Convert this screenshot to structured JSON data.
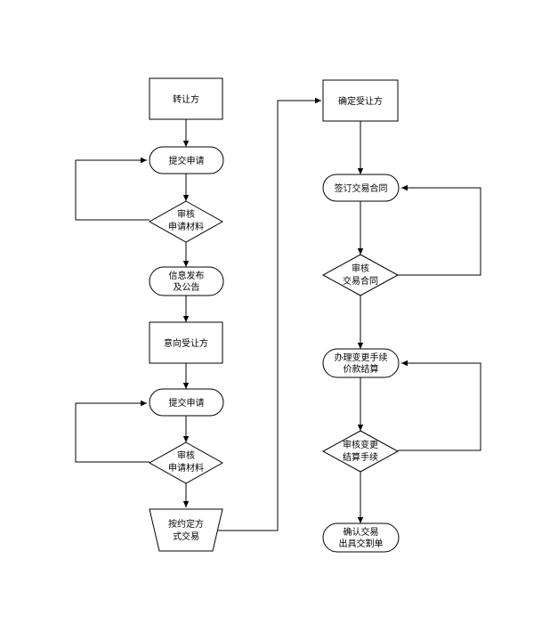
{
  "nodes": {
    "transferor": "转让方",
    "submit_1": "提交申请",
    "review_1": [
      "审核",
      "申请材料"
    ],
    "publish": [
      "信息发布",
      "及公告"
    ],
    "intended_transferee": "意向受让方",
    "submit_2": "提交申请",
    "review_2": [
      "审核",
      "申请材料"
    ],
    "trade_method": [
      "按约定方",
      "式交易"
    ],
    "confirm_transferee": "确定受让方",
    "sign_contract": "签订交易合同",
    "review_contract": [
      "审核",
      "交易合同"
    ],
    "handle_change": [
      "办理变更手续",
      "价款结算"
    ],
    "review_change": [
      "审核变更",
      "结算手续"
    ],
    "confirm_trade": [
      "确认交易",
      "出具交割单"
    ]
  }
}
